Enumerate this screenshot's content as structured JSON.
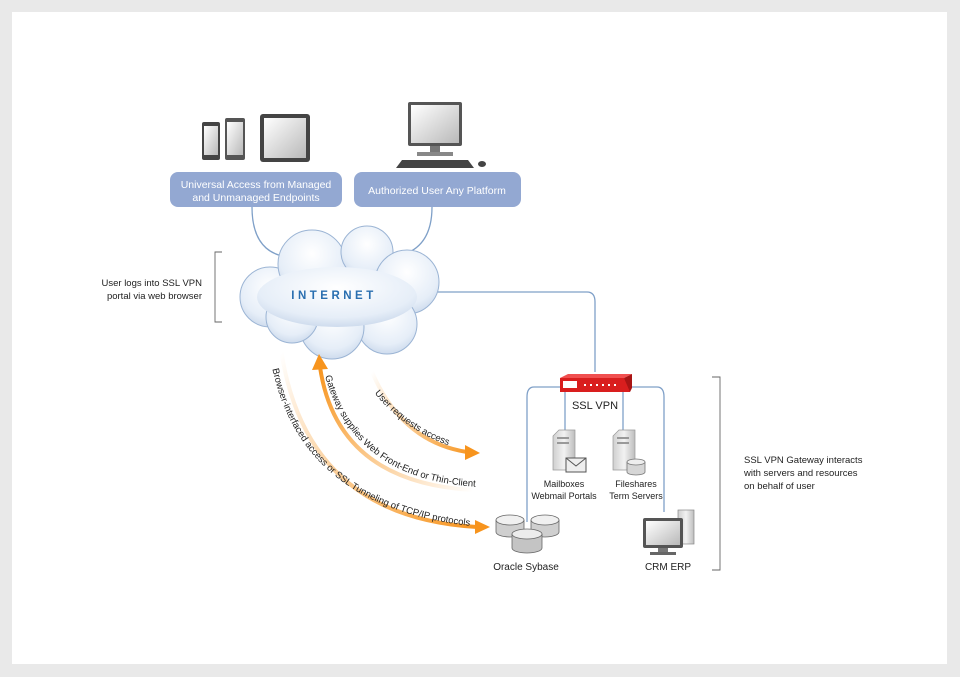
{
  "endpoints": {
    "mobile_label_line1": "Universal Access from Managed",
    "mobile_label_line2": "and Unmanaged Endpoints",
    "desktop_label": "Authorized User Any Platform"
  },
  "cloud": {
    "label": "INTERNET"
  },
  "annotations": {
    "left_line1": "User logs into SSL VPN",
    "left_line2": "portal via web browser",
    "right_line1": "SSL VPN Gateway interacts",
    "right_line2": "with servers and resources",
    "right_line3": "on behalf of user"
  },
  "gateway": {
    "label": "SSL VPN"
  },
  "servers": {
    "mail_line1": "Mailboxes",
    "mail_line2": "Webmail Portals",
    "file_line1": "Fileshares",
    "file_line2": "Term Servers",
    "db_label": "Oracle Sybase",
    "crm_label": "CRM ERP"
  },
  "arrows": {
    "user_requests": "User requests access",
    "gateway_supplies": "Gateway supplies Web Front-End or Thin-Client",
    "browser_interfaced": "Browser-interfaced access or SSL Tunneling of TCP/IP protocols"
  },
  "colors": {
    "pill": "#93a8d2",
    "line": "#7fa0c8",
    "arrow": "#f7941d",
    "gateway": "#d91e1e",
    "cloud_text": "#2a6fb0"
  }
}
